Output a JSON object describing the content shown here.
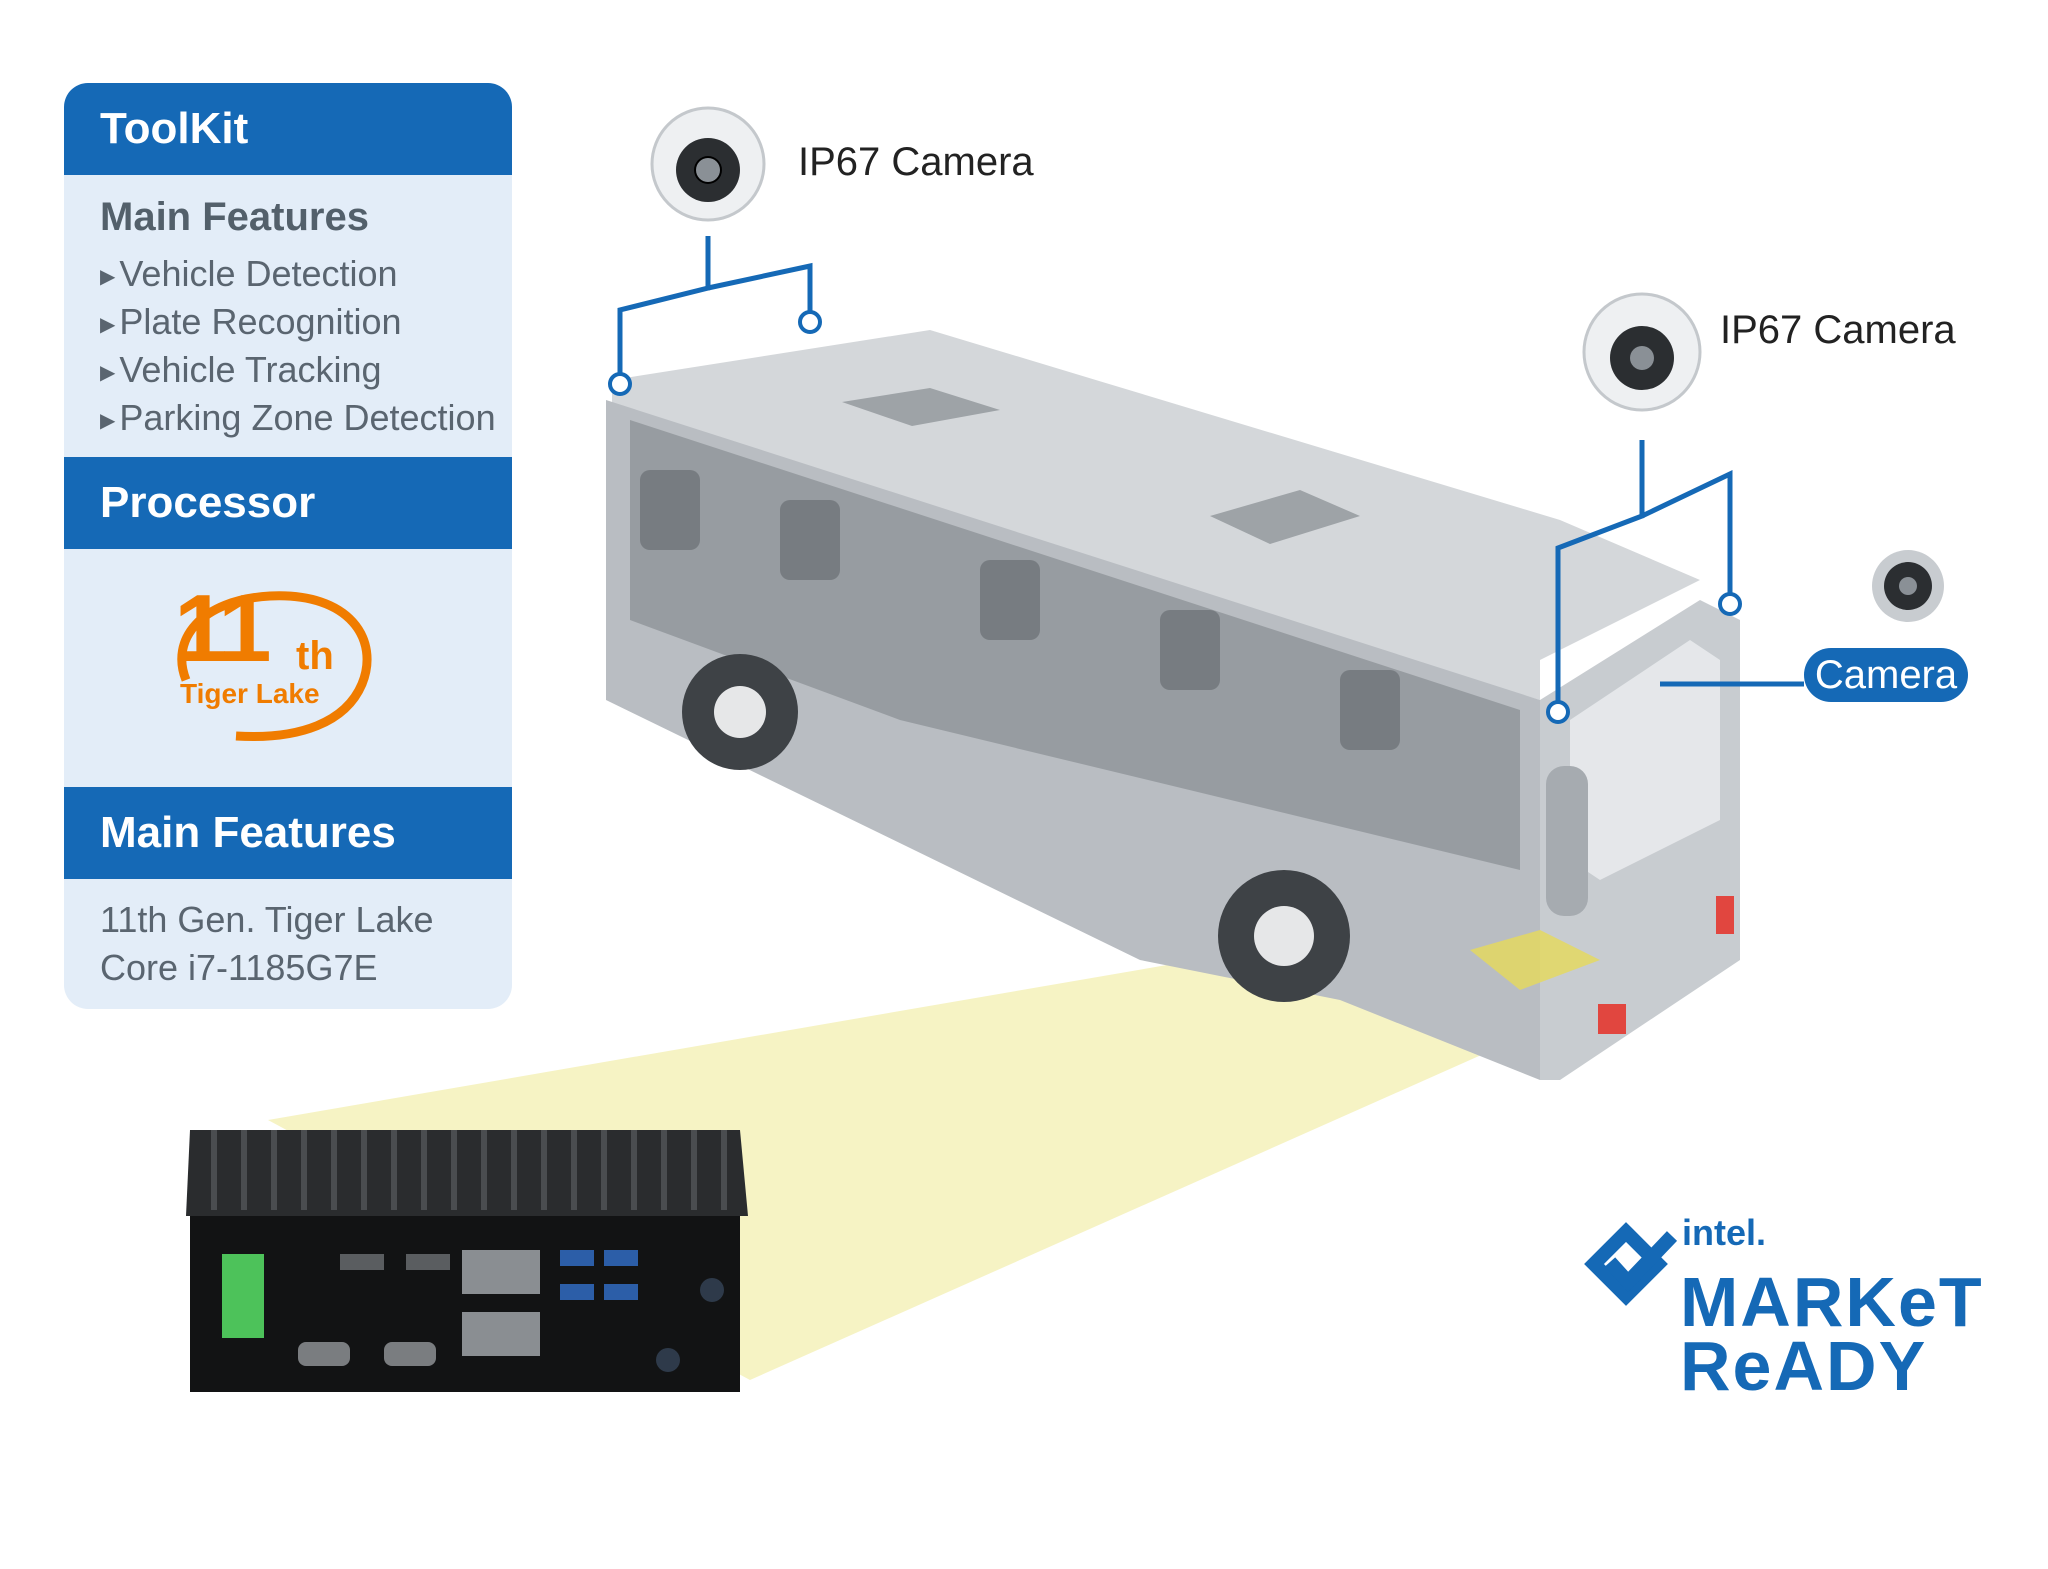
{
  "panel": {
    "toolkit_title": "ToolKit",
    "features_heading": "Main Features",
    "features": [
      "Vehicle Detection",
      "Plate Recognition",
      "Vehicle Tracking",
      "Parking Zone Detection"
    ],
    "processor_title": "Processor",
    "processor_badge": {
      "number": "11",
      "suffix": "th",
      "name": "Tiger Lake"
    },
    "main_features_title": "Main Features",
    "spec_lines": [
      "11th Gen. Tiger Lake",
      "Core i7-1185G7E"
    ]
  },
  "cameras": {
    "camera_1_label": "IP67 Camera",
    "camera_2_label": "IP67 Camera",
    "camera_3_label": "Camera"
  },
  "logo": {
    "brand": "intel.",
    "line1": "MARKeT",
    "line2": "ReADY"
  },
  "colors": {
    "brand_blue": "#1569b6",
    "badge_orange": "#f07c00",
    "panel_bg": "#e3edf8",
    "beam": "#f6f3c4"
  }
}
